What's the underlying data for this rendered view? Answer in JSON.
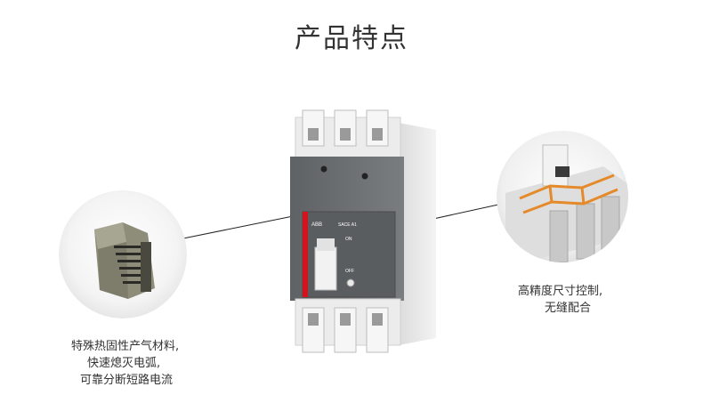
{
  "page": {
    "title": "产品特点"
  },
  "features": [
    {
      "lines": [
        "特殊热固性产气材料,",
        "快速熄灭电弧,",
        "可靠分断短路电流"
      ]
    },
    {
      "lines": [
        "高精度尺寸控制,",
        "无缝配合"
      ]
    }
  ],
  "product": {
    "brand": "ABB",
    "model": "SACE A1",
    "switch_on": "ON",
    "switch_off": "OFF"
  },
  "colors": {
    "title_text": "#333333",
    "caption_text": "#333333",
    "brand_red": "#d1141e",
    "housing_gray": "#6b6e70",
    "terminal_white": "#e8e8e8",
    "material_olive": "#9b9a88",
    "connector_orange": "#e58a2a"
  }
}
